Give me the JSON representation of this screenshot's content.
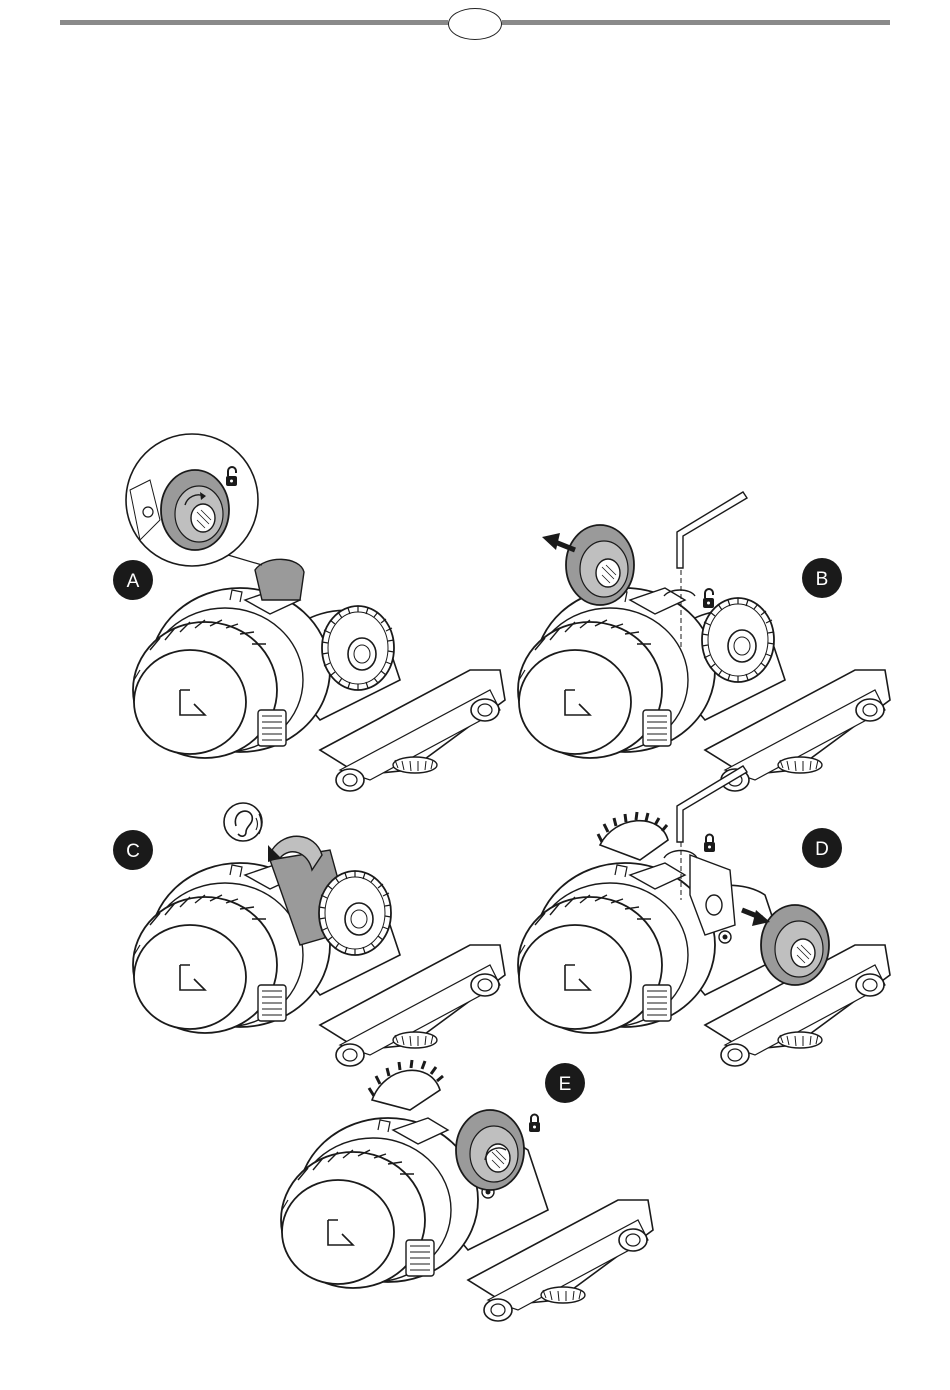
{
  "page": {
    "number": ""
  },
  "steps": [
    {
      "id": "A",
      "label": "A",
      "lock_state": "unlocked",
      "action": "rotate-knob-cap"
    },
    {
      "id": "B",
      "label": "B",
      "lock_state": "unlocked",
      "action": "remove-knob-with-hex-key"
    },
    {
      "id": "C",
      "label": "C",
      "lock_state": "none",
      "action": "rotate-gear-until-click",
      "icon": "hearing-icon"
    },
    {
      "id": "D",
      "label": "D",
      "lock_state": "locked",
      "action": "attach-knob-and-tighten"
    },
    {
      "id": "E",
      "label": "E",
      "lock_state": "locked",
      "action": "rotate-knob-cap"
    }
  ],
  "colors": {
    "badge": "#1a1a1a",
    "rule": "#8a8a8a",
    "outline": "#1a1a1a",
    "shade": "#9a9a9a",
    "light_shade": "#bfbfbf"
  }
}
